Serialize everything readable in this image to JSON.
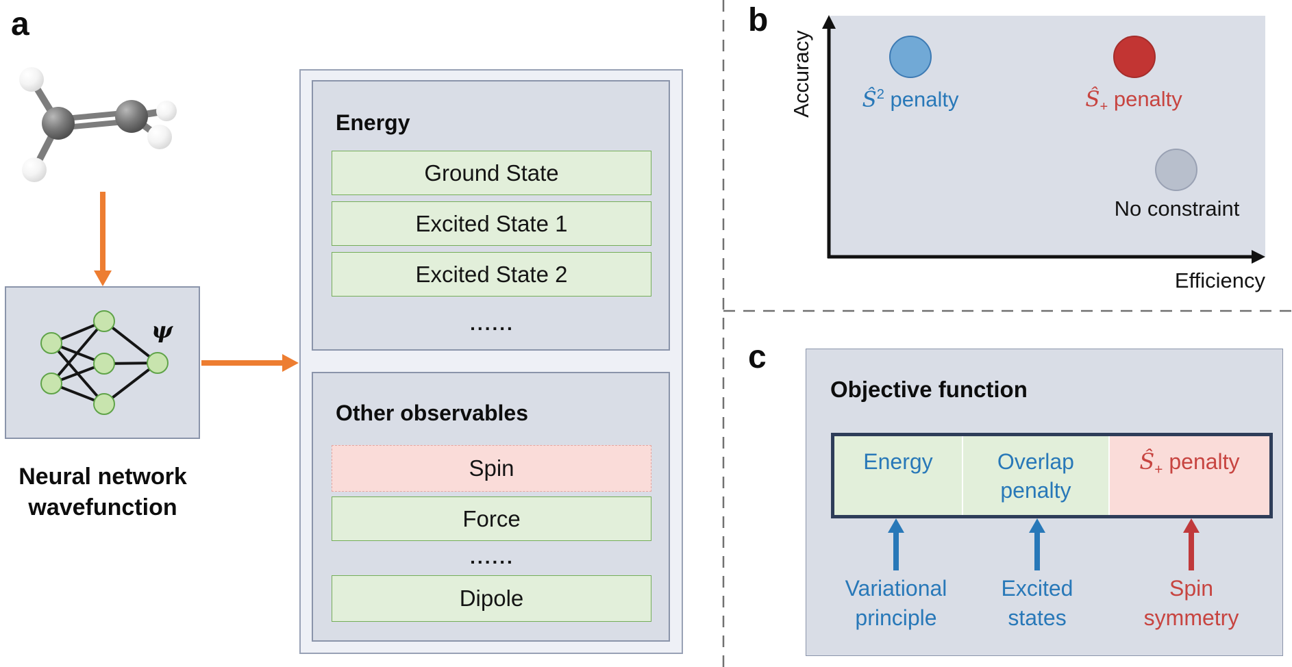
{
  "panel_a": {
    "label": "a",
    "psi_label": "ψ",
    "nn_caption_line1": "Neural network",
    "nn_caption_line2": "wavefunction",
    "energy_heading": "Energy",
    "energy_rows": [
      "Ground State",
      "Excited State 1",
      "Excited State 2"
    ],
    "energy_ellipsis": "......",
    "observables_heading": "Other observables",
    "observables_spin": "Spin",
    "observables_force": "Force",
    "observables_ellipsis": "......",
    "observables_dipole": "Dipole"
  },
  "panel_b": {
    "label": "b",
    "y_axis_label": "Accuracy",
    "x_axis_label": "Efficiency",
    "point_s2": {
      "base": "Ŝ",
      "sup": "2",
      "rest": " penalty"
    },
    "point_splus": {
      "base": "Ŝ",
      "sub": "+",
      "rest": " penalty"
    },
    "point_none_label": "No constraint"
  },
  "panel_c": {
    "label": "c",
    "heading": "Objective function",
    "cell_energy": "Energy",
    "cell_overlap_line1": "Overlap",
    "cell_overlap_line2": "penalty",
    "cell_splus": {
      "base": "Ŝ",
      "sub": "+",
      "rest": " penalty"
    },
    "annotation_variational_line1": "Variational",
    "annotation_variational_line2": "principle",
    "annotation_excited_line1": "Excited",
    "annotation_excited_line2": "states",
    "annotation_spin_line1": "Spin",
    "annotation_spin_line2": "symmetry"
  },
  "colors": {
    "panel_fill": "#d9dde6",
    "outer_fill": "#eef0f6",
    "green_fill": "#e2efda",
    "green_border": "#74ad58",
    "pink_fill": "#fadcd9",
    "pink_border": "#e7a59f",
    "orange_arrow": "#ed7d31",
    "blue_accent": "#2878b8",
    "red_accent": "#c74440",
    "dot_blue": "#71a9d6",
    "dot_red": "#c23533",
    "dot_gray": "#b8bfcc",
    "navy_border": "#2e3d59",
    "node_green": "#c8e4ae",
    "node_border": "#5fa348"
  }
}
